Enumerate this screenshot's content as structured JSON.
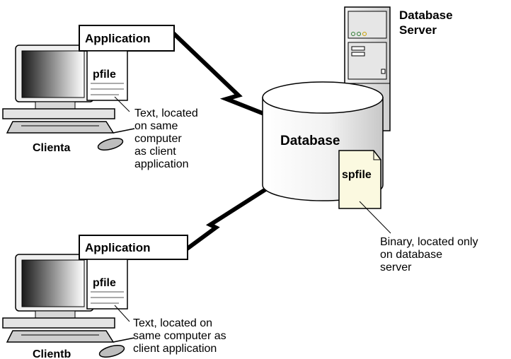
{
  "clients": [
    {
      "name": "Clienta",
      "app_label": "Application",
      "file_label": "pfile",
      "note_lines": [
        "Text, located",
        "on same",
        "computer",
        "as client",
        "application"
      ]
    },
    {
      "name": "Clientb",
      "app_label": "Application",
      "file_label": "pfile",
      "note_lines": [
        "Text, located on",
        "same computer as",
        "client application"
      ]
    }
  ],
  "server": {
    "label_lines": [
      "Database",
      "Server"
    ]
  },
  "database": {
    "label": "Database",
    "file_label": "spfile",
    "note_lines": [
      "Binary, located only",
      "on database",
      "server"
    ]
  }
}
